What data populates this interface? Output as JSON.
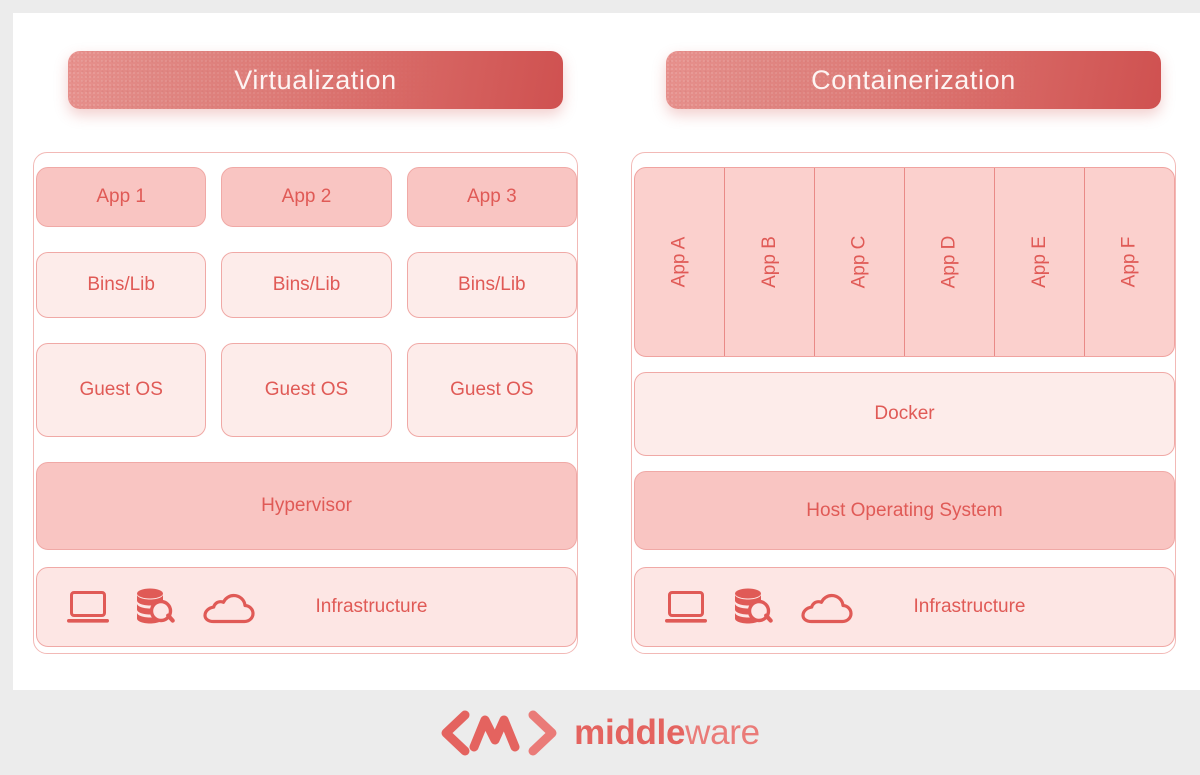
{
  "theme": {
    "page_bg": "#ececec",
    "card_bg": "#ffffff",
    "accent": "#e05a56",
    "pill_gradient_start": "#e7918d",
    "pill_gradient_end": "#cf5150",
    "box_dark": "#f9c5c2",
    "box_mid": "#fbd2cf",
    "box_light": "#fde6e4",
    "box_border": "#f0a9a6"
  },
  "panels": {
    "left": {
      "title": "Virtualization",
      "apps": [
        "App 1",
        "App 2",
        "App 3"
      ],
      "bins": [
        "Bins/Lib",
        "Bins/Lib",
        "Bins/Lib"
      ],
      "guest_os": [
        "Guest OS",
        "Guest OS",
        "Guest OS"
      ],
      "hypervisor": "Hypervisor",
      "infrastructure": "Infrastructure"
    },
    "right": {
      "title": "Containerization",
      "apps": [
        "App A",
        "App B",
        "App C",
        "App D",
        "App E",
        "App F"
      ],
      "docker": "Docker",
      "host_os": "Host Operating System",
      "infrastructure": "Infrastructure"
    }
  },
  "icons": {
    "laptop": "laptop-icon",
    "database_search": "database-search-icon",
    "cloud": "cloud-icon"
  },
  "footer": {
    "logo_mark": "middleware-chevron-logo",
    "brand_bold": "middle",
    "brand_light": "ware"
  }
}
